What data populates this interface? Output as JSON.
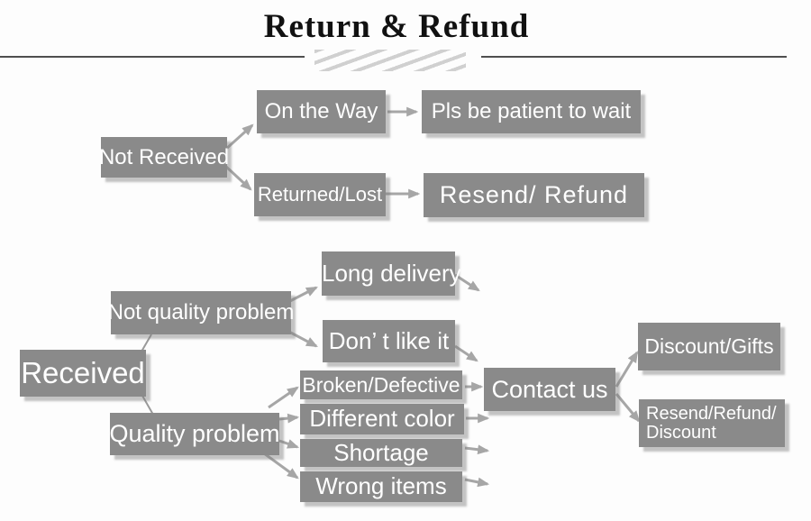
{
  "title": "Return & Refund",
  "colors": {
    "box_fill": "#8a8a8a",
    "box_text": "#ffffff",
    "arrow": "#a6a6a6",
    "title_text": "#111111",
    "rule_line": "#4f4f4f",
    "hatch": "#d0d0d0"
  },
  "nodes": {
    "not_received": {
      "label": "Not Received"
    },
    "on_the_way": {
      "label": "On the Way"
    },
    "pls_wait": {
      "label": "Pls be patient to wait"
    },
    "returned_lost": {
      "label": "Returned/Lost"
    },
    "resend_refund": {
      "label": "Resend/ Refund"
    },
    "received": {
      "label": "Received"
    },
    "not_quality_problem": {
      "label": "Not quality problem"
    },
    "long_delivery": {
      "label": "Long delivery"
    },
    "dont_like_it": {
      "label": "Don’ t like it"
    },
    "quality_problem": {
      "label": "Quality problem"
    },
    "broken_defective": {
      "label": "Broken/Defective"
    },
    "different_color": {
      "label": "Different color"
    },
    "shortage": {
      "label": "Shortage"
    },
    "wrong_items": {
      "label": "Wrong items"
    },
    "contact_us": {
      "label": "Contact us"
    },
    "discount_gifts": {
      "label": "Discount/Gifts"
    },
    "resend_refund_discount": {
      "line1": "Resend/Refund/",
      "line2": "Discount"
    }
  }
}
